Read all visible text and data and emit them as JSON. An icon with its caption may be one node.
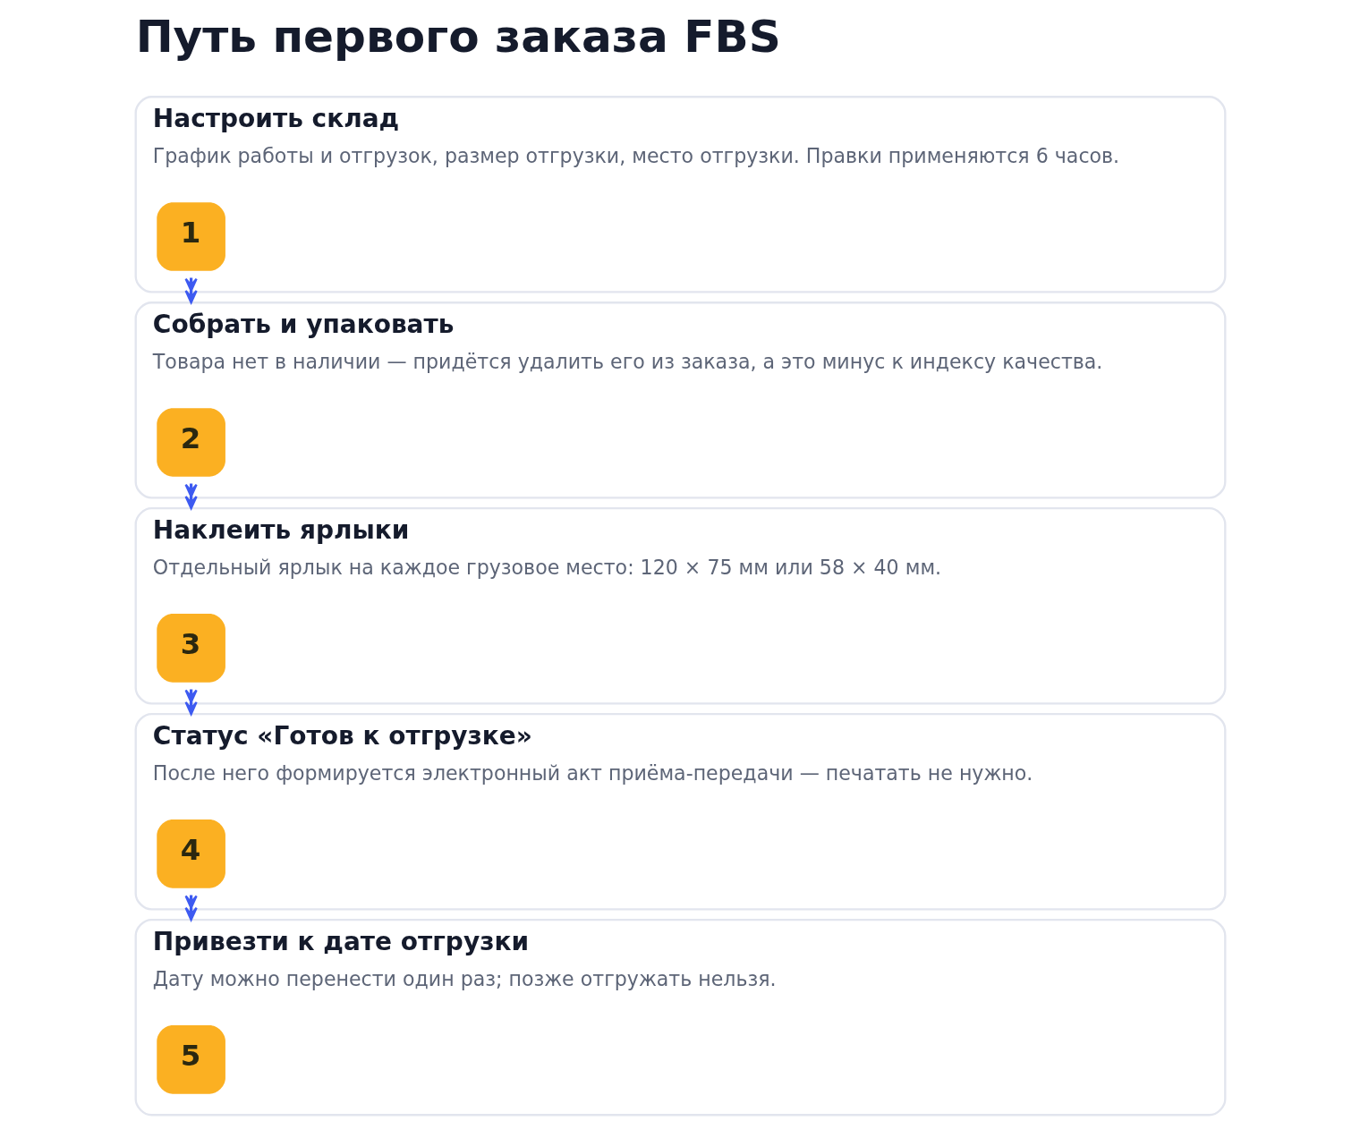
{
  "diagram": {
    "title": "Путь первого заказа FBS",
    "nodes": [
      {
        "text": [
          "Настроить склад",
          "График работы и отгрузок, размер отгрузки, место отгрузки. Правки применяются 6 часов."
        ]
      },
      {
        "text": [
          "1"
        ],
        "in": 0
      },
      {
        "text": [
          "Собрать и упаковать",
          "Товара нет в наличии — придётся удалить его из заказа, а это минус к индексу качества."
        ]
      },
      {
        "text": [
          "2"
        ],
        "in": 2
      },
      {
        "text": [
          "Наклеить ярлыки",
          "Отдельный ярлык на каждое грузовое место: 120 × 75 мм или 58 × 40 мм."
        ]
      },
      {
        "text": [
          "3"
        ],
        "in": 4
      },
      {
        "text": [
          "Статус «Готов к отгрузке»",
          "После него формируется электронный акт приёма-передачи — печатать не нужно."
        ]
      },
      {
        "text": [
          "4"
        ],
        "in": 6
      },
      {
        "text": [
          "Привезти к дате отгрузки",
          "Дату можно перенести один раз; позже отгружать нельзя."
        ]
      },
      {
        "text": [
          "5"
        ],
        "in": 8
      }
    ],
    "edges": [
      {
        "from": 0,
        "to": 2,
        "arrow": "to"
      },
      {
        "from": 2,
        "to": 4,
        "arrow": "to"
      },
      {
        "from": 4,
        "to": 6,
        "arrow": "to"
      },
      {
        "from": 6,
        "to": 8,
        "arrow": "to"
      }
    ]
  }
}
